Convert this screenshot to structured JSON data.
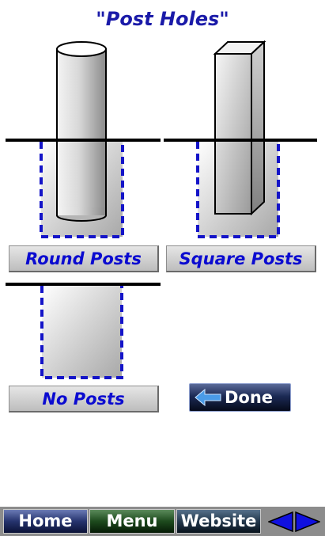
{
  "title": "\"Post Holes\"",
  "options": {
    "round": "Round Posts",
    "square": "Square Posts",
    "none": "No Posts"
  },
  "done_label": "Done",
  "nav": {
    "home": "Home",
    "menu": "Menu",
    "website": "Website"
  },
  "colors": {
    "title": "#1a1aa8",
    "option_text": "#0b0bd0",
    "hole_dash": "#1414c8"
  }
}
